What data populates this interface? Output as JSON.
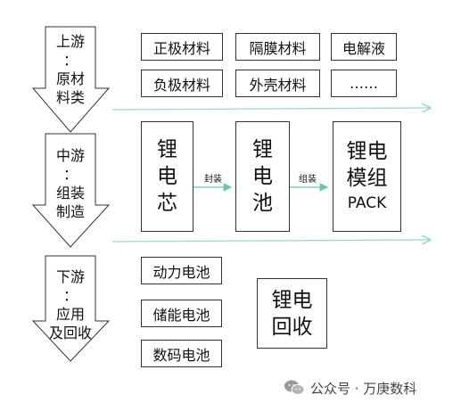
{
  "stages": {
    "upstream": {
      "lines": [
        "上游",
        "：",
        "原材",
        "料类"
      ]
    },
    "midstream": {
      "lines": [
        "中游",
        "：",
        "组装",
        "制造"
      ]
    },
    "downstream": {
      "lines": [
        "下游",
        "：",
        "应用",
        "及回收"
      ]
    }
  },
  "materials": [
    "正极材料",
    "隔膜材料",
    "电解液",
    "负极材料",
    "外壳材料",
    "……"
  ],
  "manufacturing": {
    "cell": [
      "锂",
      "电",
      "芯"
    ],
    "battery": [
      "锂",
      "电",
      "池"
    ],
    "module": [
      "锂电",
      "模组",
      "PACK"
    ],
    "arrow1_label": "封装",
    "arrow2_label": "组装"
  },
  "applications": [
    "动力电池",
    "储能电池",
    "数码电池"
  ],
  "recycle": [
    "锂电",
    "回收"
  ],
  "watermark": {
    "text": "公众号 · 万庚数科",
    "icon": "wechat-icon"
  },
  "colors": {
    "divider": "#9fd9c0",
    "border": "#333333",
    "arrow_fill": "#ffffff"
  }
}
